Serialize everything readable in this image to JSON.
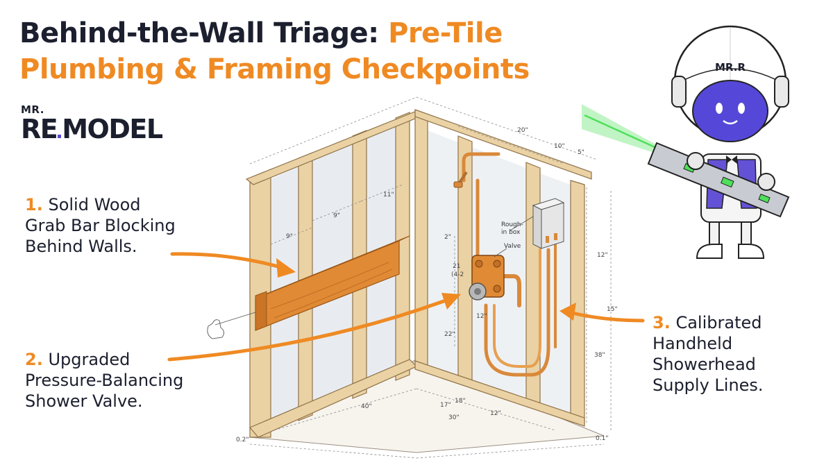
{
  "title": {
    "line1_dark": "Behind-the-Wall Triage:",
    "line1_accent": " Pre-Tile",
    "line2_accent": "Plumbing & Framing Checkpoints"
  },
  "logo": {
    "small": "MR.",
    "big_left": "RE",
    "big_right": "MODEL"
  },
  "callouts": [
    {
      "num": "1.",
      "lines": [
        "Solid Wood",
        "Grab Bar Blocking",
        "Behind Walls."
      ]
    },
    {
      "num": "2.",
      "lines": [
        "Upgraded",
        "Pressure-Balancing",
        "Shower Valve."
      ]
    },
    {
      "num": "3.",
      "lines": [
        "Calibrated",
        "Handheld",
        "Showerhead",
        "Supply Lines."
      ]
    }
  ],
  "mascot": {
    "helmet_text": "MR.R"
  },
  "diagram_labels": {
    "rough_in": [
      "Rough-",
      "in box"
    ],
    "valve": "Valve"
  },
  "dimensions": {
    "top_20": "20\"",
    "top_10": "10\"",
    "top_5": "5\"",
    "left_11": "11\"",
    "left_9a": "9\"",
    "left_9b": "9\"",
    "valve_2": "2\"",
    "valve_21a": "21",
    "valve_21b": "(4-2",
    "valve_12": "12\"",
    "valve_22": "22\"",
    "right_12": "12\"",
    "right_15": "15\"",
    "right_38": "38\"",
    "bottom_18": "18\"",
    "bottom_17": "17\"",
    "bottom_12": "12\"",
    "bottom_30": "30\"",
    "bottom_40": "40\"",
    "corner_left": "0.2\"",
    "corner_right": "0.1\""
  },
  "colors": {
    "accent": "#ef8a23",
    "dark": "#1b1f2e",
    "wood": "#ead2a4",
    "blocking": "#e08a35",
    "pipe": "#d9893a",
    "mascot_face": "#5548d8",
    "laser": "#4ee05a"
  }
}
